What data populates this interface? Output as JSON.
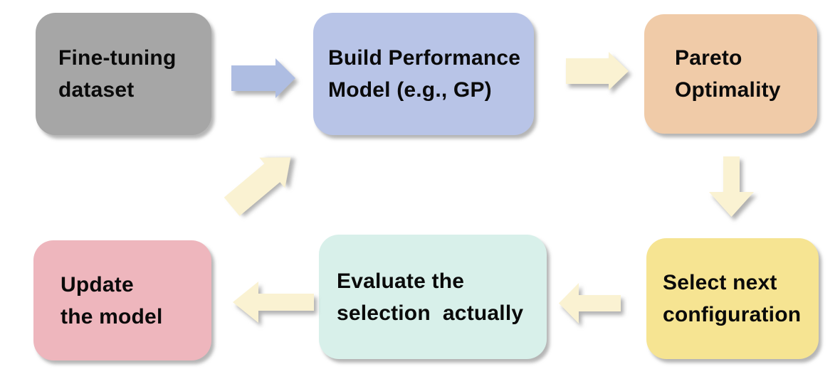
{
  "diagram": {
    "type": "flowchart-loop",
    "background_color": "#ffffff",
    "text_color": "#0a0a0a",
    "nodes": [
      {
        "id": "fine-tuning-dataset",
        "label": "Fine-tuning\ndataset",
        "fill": "#a6a6a6"
      },
      {
        "id": "build-performance-model",
        "label": "Build Performance\nModel (e.g., GP)",
        "fill": "#b8c4e7"
      },
      {
        "id": "pareto-optimality",
        "label": "Pareto\nOptimality",
        "fill": "#f0cba8"
      },
      {
        "id": "update-the-model",
        "label": "Update\nthe model",
        "fill": "#eeb6bd"
      },
      {
        "id": "evaluate-selection",
        "label": "Evaluate the\nselection  actually",
        "fill": "#d8f0ea"
      },
      {
        "id": "select-next-configuration",
        "label": "Select next\nconfiguration",
        "fill": "#f6e492"
      }
    ],
    "arrows": [
      {
        "id": "arrow-dataset-to-model",
        "from": "fine-tuning-dataset",
        "to": "build-performance-model",
        "direction": "right",
        "color": "#aebde2"
      },
      {
        "id": "arrow-model-to-pareto",
        "from": "build-performance-model",
        "to": "pareto-optimality",
        "direction": "right",
        "color": "#faf2d2"
      },
      {
        "id": "arrow-pareto-to-select",
        "from": "pareto-optimality",
        "to": "select-next-configuration",
        "direction": "down",
        "color": "#faf2d2"
      },
      {
        "id": "arrow-select-to-evaluate",
        "from": "select-next-configuration",
        "to": "evaluate-selection",
        "direction": "left",
        "color": "#faf2d2"
      },
      {
        "id": "arrow-evaluate-to-update",
        "from": "evaluate-selection",
        "to": "update-the-model",
        "direction": "left",
        "color": "#faf2d2"
      },
      {
        "id": "arrow-update-to-model",
        "from": "update-the-model",
        "to": "build-performance-model",
        "direction": "up-right-diagonal",
        "color": "#faf2d2"
      }
    ]
  }
}
